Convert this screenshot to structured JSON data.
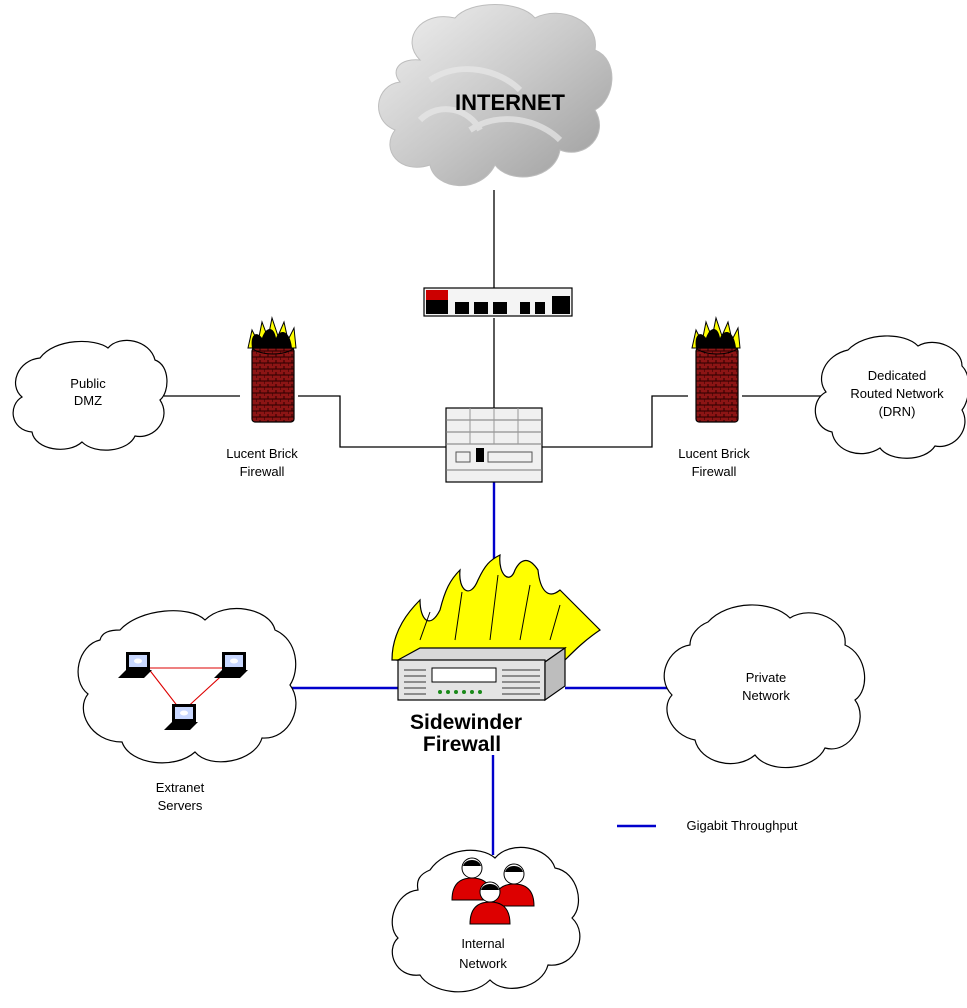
{
  "diagram": {
    "internet": {
      "label": "INTERNET"
    },
    "public_dmz": {
      "line1": "Public",
      "line2": "DMZ"
    },
    "drn": {
      "line1": "Dedicated",
      "line2": "Routed Network",
      "line3": "(DRN)"
    },
    "left_brick": {
      "line1": "Lucent Brick",
      "line2": "Firewall"
    },
    "right_brick": {
      "line1": "Lucent Brick",
      "line2": "Firewall"
    },
    "sidewinder": {
      "line1": "Sidewinder",
      "line2": "Firewall"
    },
    "extranet": {
      "line1": "Extranet",
      "line2": "Servers"
    },
    "private_network": {
      "line1": "Private",
      "line2": "Network"
    },
    "internal_network": {
      "line1": "Internal",
      "line2": "Network"
    },
    "legend": {
      "label": "Gigabit Throughput"
    }
  },
  "colors": {
    "gigabit_link": "#0000cc",
    "plain_link": "#000000",
    "extranet_link": "#dd0000",
    "flame_yellow": "#ffff00",
    "firewall_red": "#9a1b1b",
    "user_red": "#dd0000"
  }
}
